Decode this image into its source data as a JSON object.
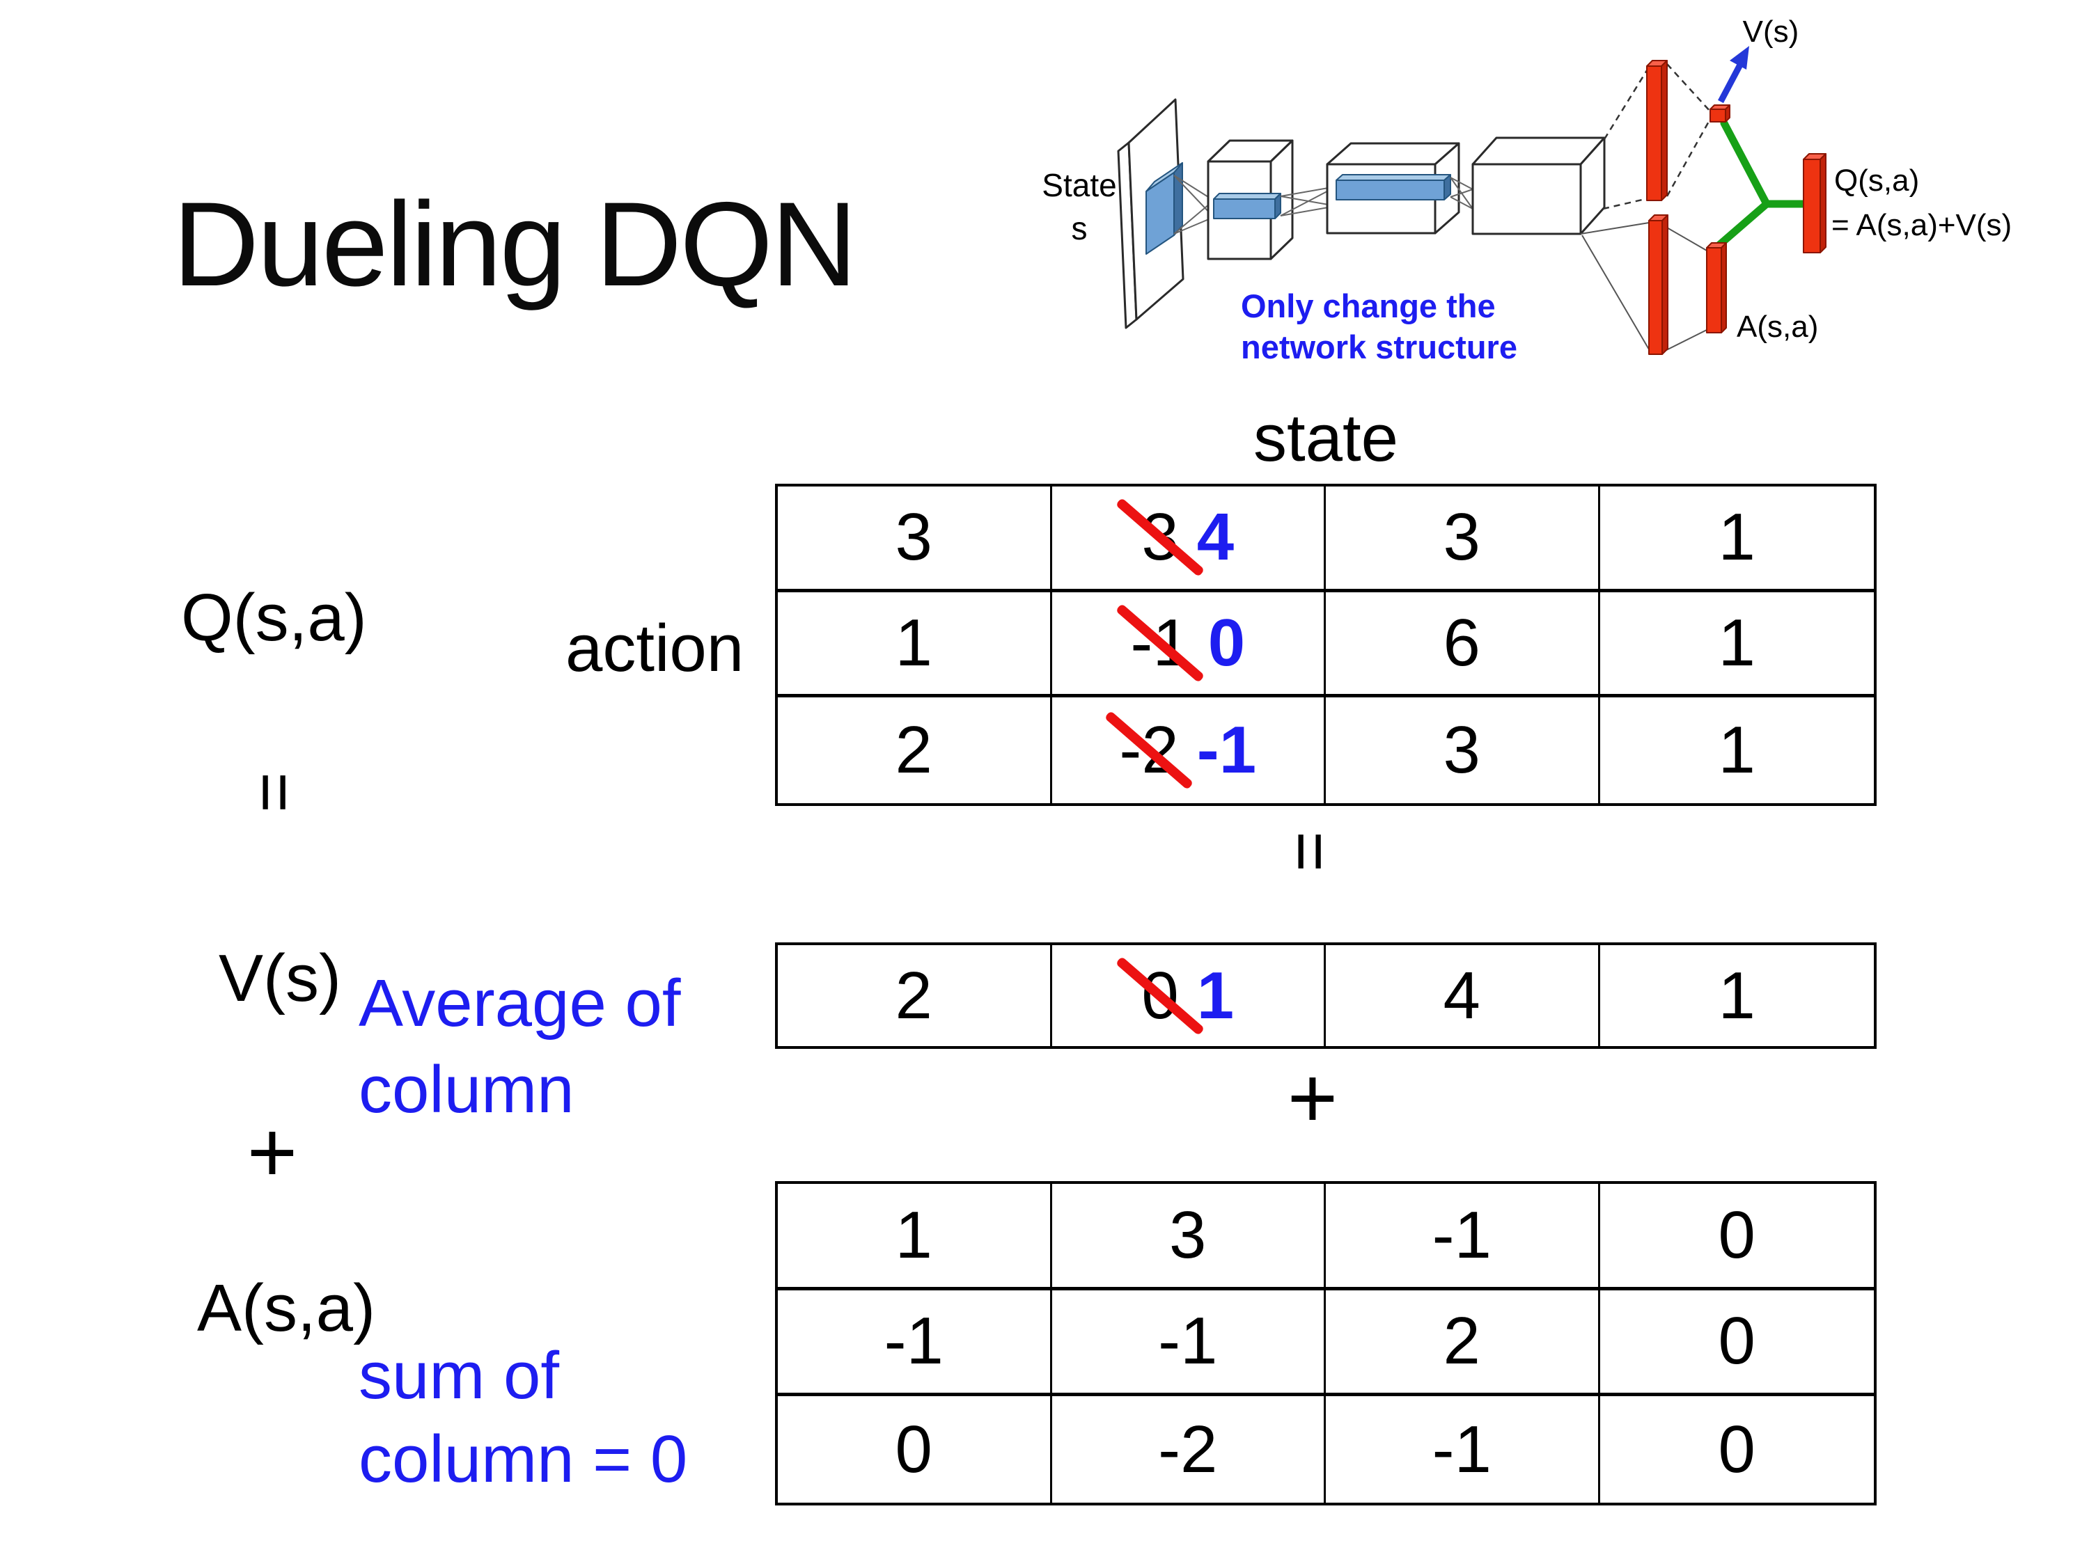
{
  "title": "Dueling DQN",
  "colors": {
    "accent_blue": "#1d1df0",
    "cross_red": "#ec1212",
    "bar_red": "#ee3311",
    "link_green": "#17a017",
    "conv_blue": "#6fa2d6",
    "arrow_blue": "#2438d8"
  },
  "diagram": {
    "state_line1": "State",
    "state_line2": "s",
    "note_line1": "Only change the",
    "note_line2": "network structure",
    "v_out": "V(s)",
    "q_out": "Q(s,a)",
    "q_formula": "= A(s,a)+V(s)",
    "a_out": "A(s,a)"
  },
  "labels": {
    "state_header": "state",
    "action": "action",
    "q": "Q(s,a)",
    "v": "V(s)",
    "a": "A(s,a)",
    "equals": "=",
    "plus": "+",
    "avg_line1": "Average of",
    "avg_line2": "column",
    "sum_line1": "sum of",
    "sum_line2": "column = 0"
  },
  "q_table": {
    "rows": [
      [
        {
          "t": "3"
        },
        {
          "old": "3",
          "new": "4"
        },
        {
          "t": "3"
        },
        {
          "t": "1"
        }
      ],
      [
        {
          "t": "1"
        },
        {
          "old": "-1",
          "new": "0"
        },
        {
          "t": "6"
        },
        {
          "t": "1"
        }
      ],
      [
        {
          "t": "2"
        },
        {
          "old": "-2",
          "new": "-1"
        },
        {
          "t": "3"
        },
        {
          "t": "1"
        }
      ]
    ]
  },
  "v_table": {
    "cells": [
      {
        "t": "2"
      },
      {
        "old": "0",
        "new": "1"
      },
      {
        "t": "4"
      },
      {
        "t": "1"
      }
    ]
  },
  "a_table": {
    "rows": [
      [
        "1",
        "3",
        "-1",
        "0"
      ],
      [
        "-1",
        "-1",
        "2",
        "0"
      ],
      [
        "0",
        "-2",
        "-1",
        "0"
      ]
    ]
  }
}
